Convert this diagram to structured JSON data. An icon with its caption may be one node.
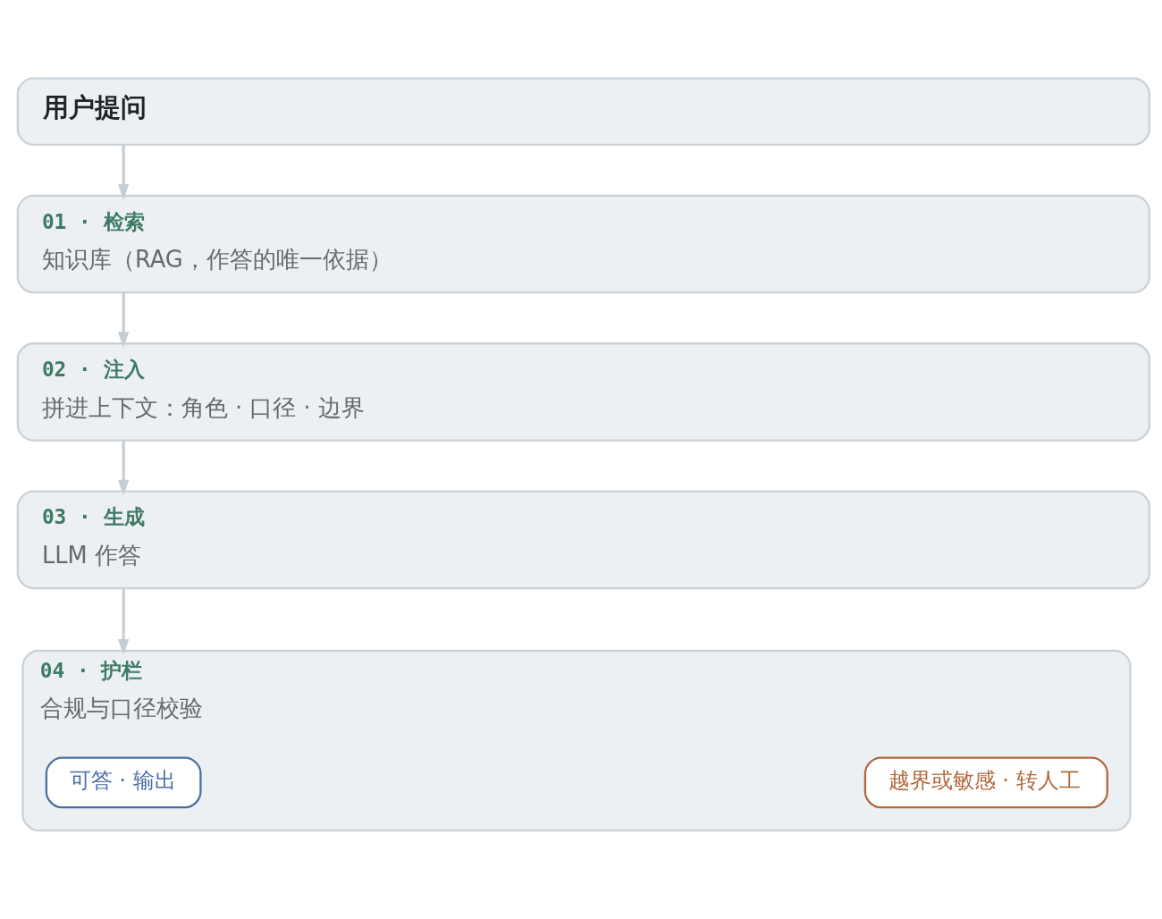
{
  "diagram": {
    "nodes": [
      {
        "text": [
          "用户提问"
        ]
      },
      {
        "text": [
          "01 · 检索",
          "知识库（RAG，作答的唯一依据）"
        ]
      },
      {
        "text": [
          "02 · 注入",
          "拼进上下文：角色 · 口径 · 边界"
        ]
      },
      {
        "text": [
          "03 · 生成",
          "LLM 作答"
        ]
      },
      {
        "text": [
          "04 · 护栏",
          "合规与口径校验"
        ]
      },
      {
        "text": [
          "可答 · 输出"
        ],
        "in": 4
      },
      {
        "text": [
          "越界或敏感 · 转人工"
        ],
        "in": 4
      }
    ],
    "edges": [
      {
        "from": 0,
        "to": 1,
        "arrow": "to"
      },
      {
        "from": 1,
        "to": 2,
        "arrow": "to"
      },
      {
        "from": 2,
        "to": 3,
        "arrow": "to"
      },
      {
        "from": 3,
        "to": 4,
        "arrow": "to"
      }
    ]
  }
}
